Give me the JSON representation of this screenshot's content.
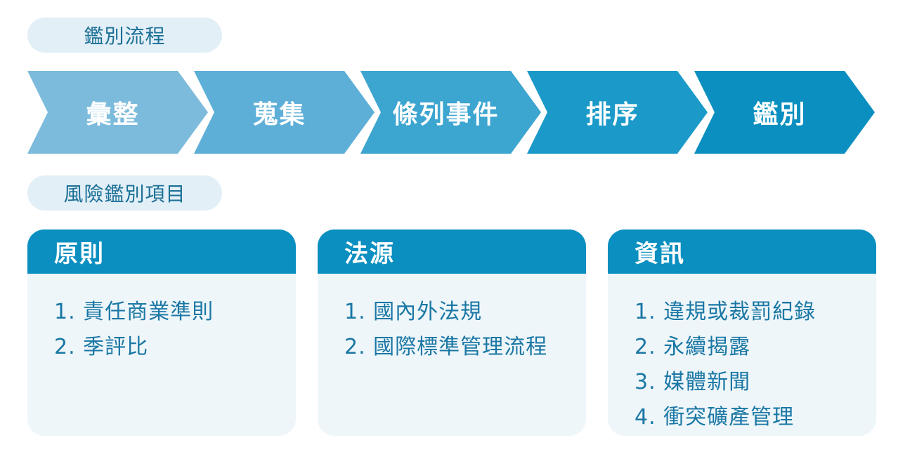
{
  "process_label": "鑑別流程",
  "items_label": "風險鑑別項目",
  "steps": [
    {
      "label": "彙整",
      "color": "#7dbbdc"
    },
    {
      "label": "蒐集",
      "color": "#5dafd7"
    },
    {
      "label": "條列事件",
      "color": "#3ca5d0"
    },
    {
      "label": "排序",
      "color": "#1b9ac9"
    },
    {
      "label": "鑑別",
      "color": "#0a8fc0"
    }
  ],
  "cards": [
    {
      "title": "原則",
      "items": [
        "1. 責任商業準則",
        "2. 季評比"
      ]
    },
    {
      "title": "法源",
      "items": [
        "1. 國內外法規",
        "2. 國際標準管理流程"
      ]
    },
    {
      "title": "資訊",
      "items": [
        "1. 違規或裁罰紀錄",
        "2. 永續揭露",
        "3. 媒體新聞",
        "4. 衝突礦產管理"
      ]
    }
  ]
}
